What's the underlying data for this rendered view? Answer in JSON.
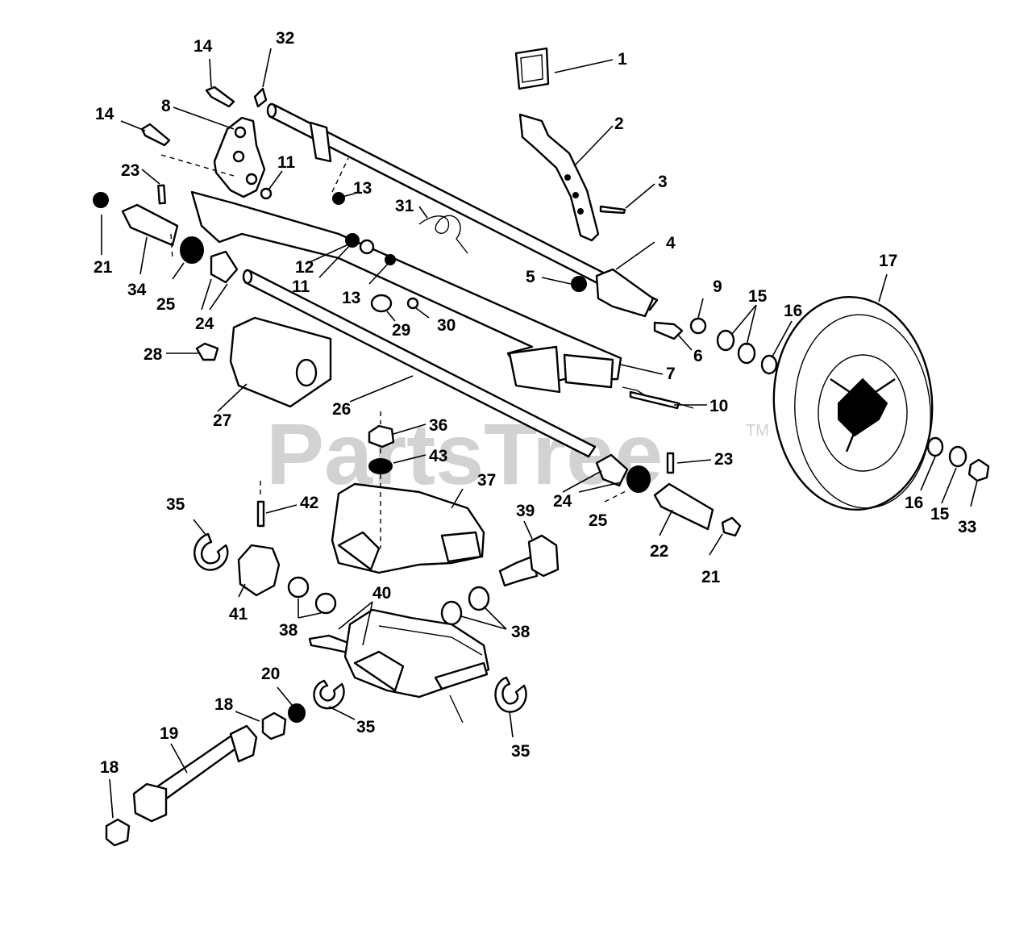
{
  "watermark": {
    "brand": "PartsTree",
    "mark": "TM"
  },
  "callouts": [
    {
      "id": "c1",
      "label": "1"
    },
    {
      "id": "c2",
      "label": "2"
    },
    {
      "id": "c3",
      "label": "3"
    },
    {
      "id": "c4",
      "label": "4"
    },
    {
      "id": "c5",
      "label": "5"
    },
    {
      "id": "c6",
      "label": "6"
    },
    {
      "id": "c7",
      "label": "7"
    },
    {
      "id": "c8",
      "label": "8"
    },
    {
      "id": "c9",
      "label": "9"
    },
    {
      "id": "c10",
      "label": "10"
    },
    {
      "id": "c11a",
      "label": "11"
    },
    {
      "id": "c11b",
      "label": "11"
    },
    {
      "id": "c12",
      "label": "12"
    },
    {
      "id": "c13a",
      "label": "13"
    },
    {
      "id": "c13b",
      "label": "13"
    },
    {
      "id": "c14a",
      "label": "14"
    },
    {
      "id": "c14b",
      "label": "14"
    },
    {
      "id": "c15a",
      "label": "15"
    },
    {
      "id": "c15b",
      "label": "15"
    },
    {
      "id": "c16a",
      "label": "16"
    },
    {
      "id": "c16b",
      "label": "16"
    },
    {
      "id": "c17",
      "label": "17"
    },
    {
      "id": "c18a",
      "label": "18"
    },
    {
      "id": "c18b",
      "label": "18"
    },
    {
      "id": "c19",
      "label": "19"
    },
    {
      "id": "c20",
      "label": "20"
    },
    {
      "id": "c21a",
      "label": "21"
    },
    {
      "id": "c21b",
      "label": "21"
    },
    {
      "id": "c22",
      "label": "22"
    },
    {
      "id": "c23a",
      "label": "23"
    },
    {
      "id": "c23b",
      "label": "23"
    },
    {
      "id": "c24a",
      "label": "24"
    },
    {
      "id": "c24b",
      "label": "24"
    },
    {
      "id": "c25a",
      "label": "25"
    },
    {
      "id": "c25b",
      "label": "25"
    },
    {
      "id": "c26",
      "label": "26"
    },
    {
      "id": "c27",
      "label": "27"
    },
    {
      "id": "c28",
      "label": "28"
    },
    {
      "id": "c29",
      "label": "29"
    },
    {
      "id": "c30",
      "label": "30"
    },
    {
      "id": "c31",
      "label": "31"
    },
    {
      "id": "c32",
      "label": "32"
    },
    {
      "id": "c33",
      "label": "33"
    },
    {
      "id": "c34",
      "label": "34"
    },
    {
      "id": "c35a",
      "label": "35"
    },
    {
      "id": "c35b",
      "label": "35"
    },
    {
      "id": "c35c",
      "label": "35"
    },
    {
      "id": "c36",
      "label": "36"
    },
    {
      "id": "c37",
      "label": "37"
    },
    {
      "id": "c38a",
      "label": "38"
    },
    {
      "id": "c38b",
      "label": "38"
    },
    {
      "id": "c39",
      "label": "39"
    },
    {
      "id": "c40",
      "label": "40"
    },
    {
      "id": "c41",
      "label": "41"
    },
    {
      "id": "c42",
      "label": "42"
    },
    {
      "id": "c43",
      "label": "43"
    }
  ]
}
